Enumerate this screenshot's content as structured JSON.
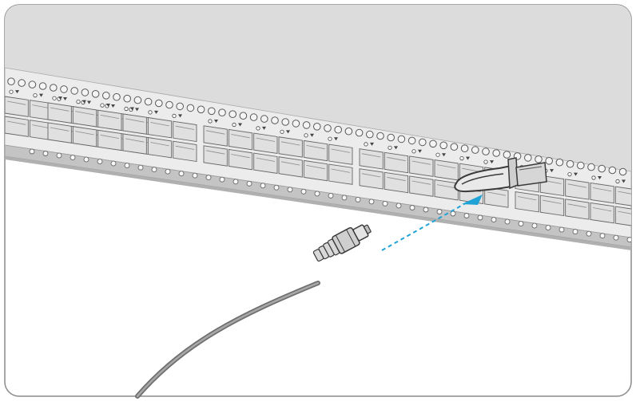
{
  "figure": {
    "title": "",
    "caption": "",
    "port_label": "",
    "accent_color": "#1fa3d6",
    "chassis_color": "#d9d9d9",
    "frame_color": "#8a8a8a"
  },
  "elements": {
    "device": "switch-front-panel",
    "cable": "fiber-patch-cable",
    "connector": "mpo-connector",
    "module": "transceiver-module",
    "arrow": "insertion-arrow"
  }
}
